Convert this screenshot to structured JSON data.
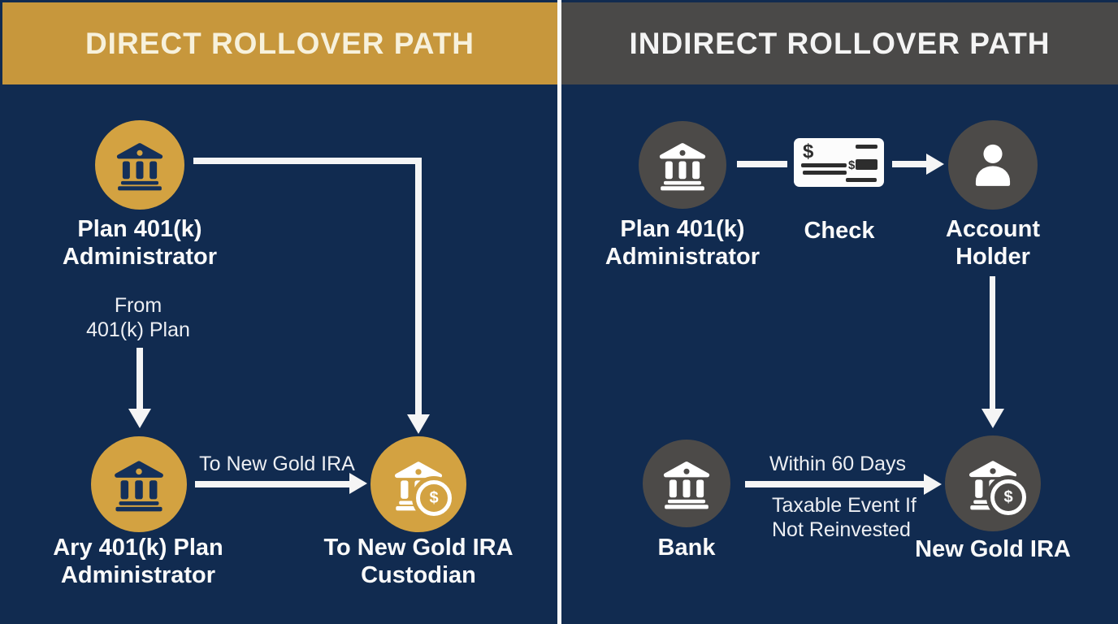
{
  "title": "401(k) Rollover Paths Infographic",
  "colors": {
    "navy_background": "#112B50",
    "gold_header": "#C7973C",
    "gold_circle": "#D3A241",
    "gray_header": "#4A4948",
    "gray_circle": "#4C4A48",
    "arrow_white": "#F5F5F5",
    "check_ink": "#2D2D2D",
    "label_white": "#FAFAFA"
  },
  "icons": {
    "bank": "bank-icon",
    "bank_dollar": "bank-dollar-icon",
    "check": "check-icon",
    "person": "person-icon",
    "dollar_symbol": "$"
  },
  "left": {
    "header": "DIRECT ROLLOVER PATH",
    "top_node": {
      "line1": "Plan 401(k)",
      "line2": "Administrator"
    },
    "from_note": {
      "line1": "From",
      "line2": "401(k) Plan"
    },
    "bottom_node": {
      "line1": "Ary 401(k) Plan",
      "line2": "Administrator"
    },
    "arrow_label": "To New Gold IRA",
    "dest_node": {
      "line1": "To New Gold IRA",
      "line2": "Custodian"
    }
  },
  "right": {
    "header": "INDIRECT ROLLOVER PATH",
    "admin_node": {
      "line1": "Plan 401(k)",
      "line2": "Administrator"
    },
    "check_label": "Check",
    "holder_node": {
      "line1": "Account",
      "line2": "Holder"
    },
    "bank_label": "Bank",
    "within_label": "Within 60 Days",
    "taxable_note": {
      "line1": "Taxable Event If",
      "line2": "Not Reinvested"
    },
    "dest_label": "New Gold IRA"
  }
}
